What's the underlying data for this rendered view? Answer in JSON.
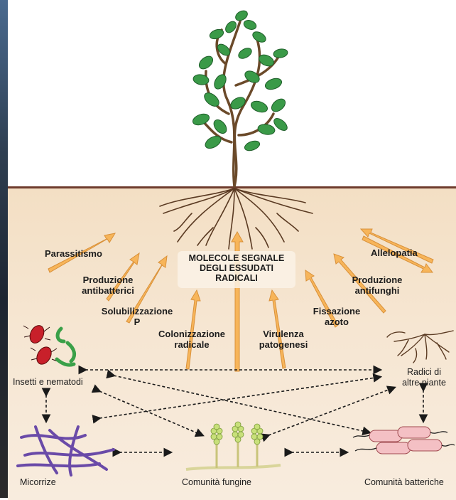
{
  "center": {
    "line1": "MOLECOLE SEGNALE",
    "line2": "DEGLI ESSUDATI",
    "line3": "RADICALI"
  },
  "interactions": {
    "parassitismo": "Parassitismo",
    "produzione_antibatterici_1": "Produzione",
    "produzione_antibatterici_2": "antibatterici",
    "solubilizzazione_1": "Solubilizzazione",
    "solubilizzazione_2": "P",
    "colonizzazione_1": "Colonizzazione",
    "colonizzazione_2": "radicale",
    "virulenza_1": "Virulenza",
    "virulenza_2": "patogenesi",
    "fissazione_1": "Fissazione",
    "fissazione_2": "azoto",
    "produzione_antifunghi_1": "Produzione",
    "produzione_antifunghi_2": "antifunghi",
    "allelopatia": "Allelopatia"
  },
  "organisms": {
    "insetti": "Insetti e nematodi",
    "radici_1": "Radici di",
    "radici_2": "altre piante",
    "micorrize": "Micorrize",
    "fungine": "Comunità fungine",
    "batteriche": "Comunità batteriche"
  },
  "colors": {
    "arrow": "#f7b55a",
    "arrow_stroke": "#d9913a",
    "soil_line": "#6e3b2c",
    "leaf": "#3a9a48",
    "stem": "#6b4a2a"
  }
}
